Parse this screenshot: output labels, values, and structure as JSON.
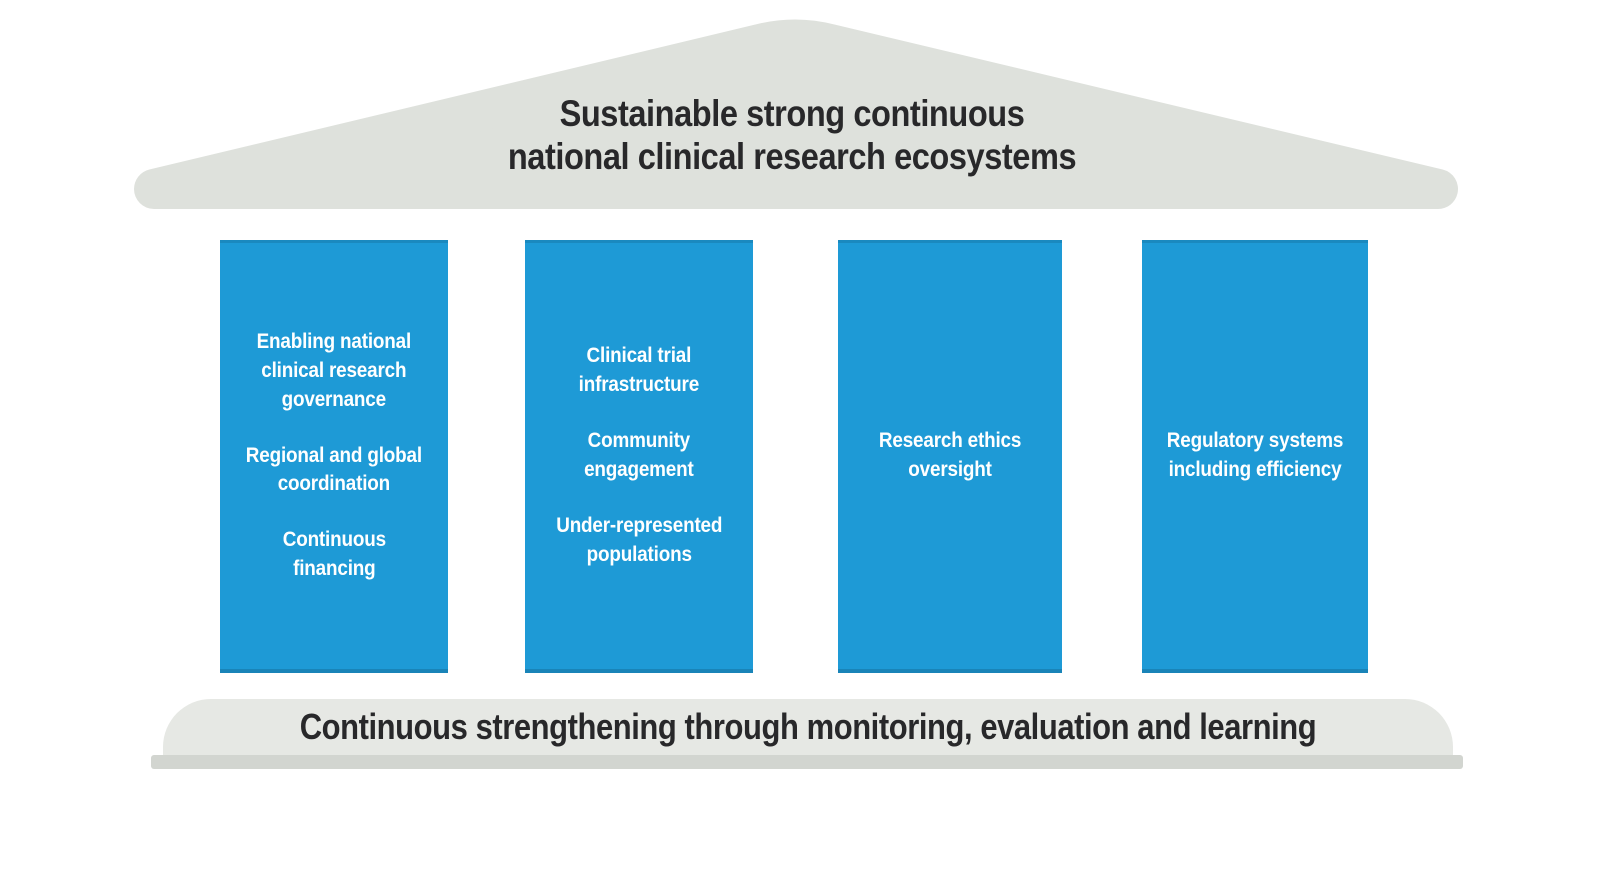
{
  "roof": {
    "title_lines": [
      "Sustainable strong continuous",
      "national clinical research ecosystems"
    ]
  },
  "pillars": [
    {
      "items": [
        [
          "Enabling national",
          "clinical research",
          "governance"
        ],
        [
          "Regional and global",
          "coordination"
        ],
        [
          "Continuous",
          "financing"
        ]
      ]
    },
    {
      "items": [
        [
          "Clinical trial",
          "infrastructure"
        ],
        [
          "Community",
          "engagement"
        ],
        [
          "Under-represented",
          "populations"
        ]
      ]
    },
    {
      "items": [
        [
          "Research ethics",
          "oversight"
        ]
      ]
    },
    {
      "items": [
        [
          "Regulatory systems",
          "including efficiency"
        ]
      ]
    }
  ],
  "base": {
    "label": "Continuous strengthening through monitoring, evaluation and learning"
  },
  "colors": {
    "pillar-blue": "#1e9ad6",
    "roof-gray": "#dee1dc",
    "base-gray": "#e6e8e4",
    "base-shadow-gray": "#d2d5d0",
    "text-dark": "#28282a",
    "pillar-text": "#ffffff"
  }
}
